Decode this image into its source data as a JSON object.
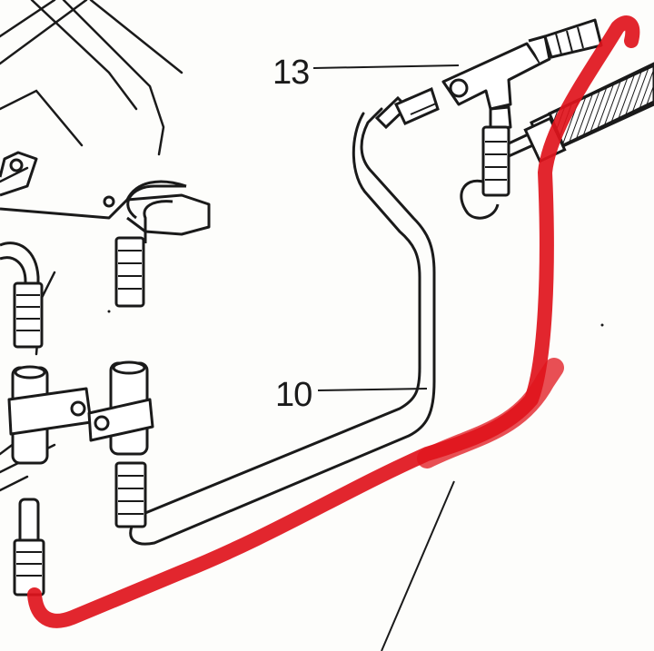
{
  "diagram": {
    "callouts": [
      {
        "id": "part-13",
        "label": "13"
      },
      {
        "id": "part-10",
        "label": "10"
      }
    ],
    "colors": {
      "ink": "#1a1a1a",
      "paper": "#fdfdfb",
      "highlight": "#e0141c"
    },
    "highlight_marker": "red-highlighted-brake-pipe"
  }
}
